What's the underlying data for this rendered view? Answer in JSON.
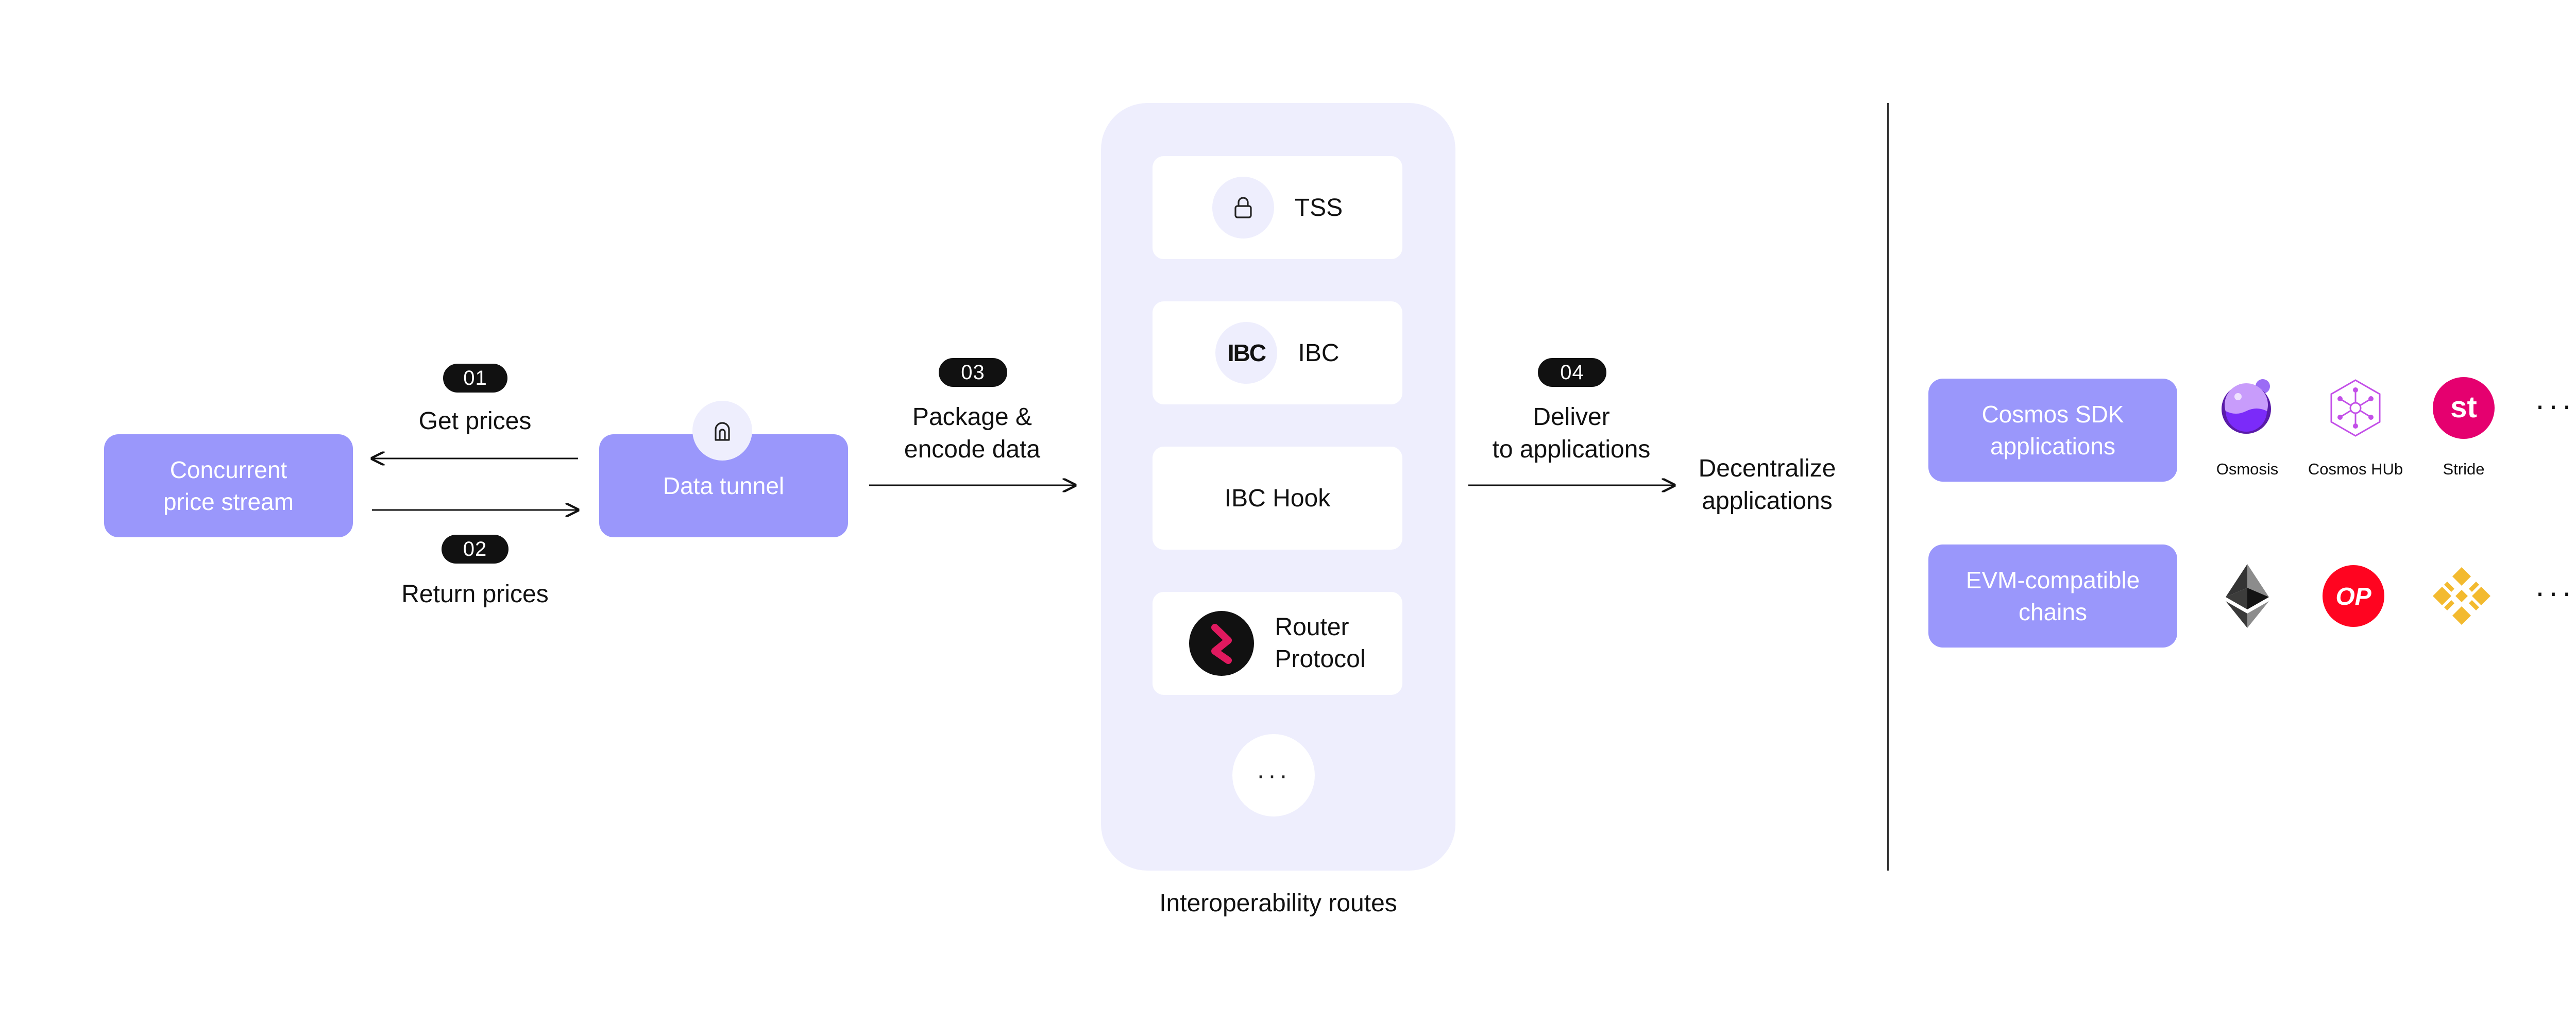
{
  "pipeline": {
    "source": {
      "line1": "Concurrent",
      "line2": "price stream"
    },
    "tunnel": {
      "label": "Data tunnel",
      "icon": "tunnel-icon"
    },
    "steps": [
      {
        "badge": "01",
        "label": "Get prices"
      },
      {
        "badge": "02",
        "label": "Return prices"
      },
      {
        "badge": "03",
        "label_line1": "Package &",
        "label_line2": "encode data"
      },
      {
        "badge": "04",
        "label_line1": "Deliver",
        "label_line2": "to applications"
      }
    ],
    "destination": {
      "line1": "Decentralize",
      "line2": "applications"
    }
  },
  "routes": {
    "caption": "Interoperability routes",
    "items": [
      {
        "label": "TSS",
        "icon": "lock-icon"
      },
      {
        "label": "IBC",
        "icon": "ibc-logo-icon",
        "glyph": "IBC"
      },
      {
        "label": "IBC Hook"
      },
      {
        "line1": "Router",
        "line2": "Protocol",
        "icon": "router-protocol-logo-icon"
      }
    ],
    "more": "···"
  },
  "destinations": {
    "cosmos": {
      "line1": "Cosmos SDK",
      "line2": "applications",
      "apps": [
        {
          "name": "Osmosis",
          "icon": "osmosis-logo-icon",
          "color": "#7b2bf9"
        },
        {
          "name": "Cosmos HUb",
          "icon": "cosmos-hub-logo-icon",
          "color": "#c34fe8"
        },
        {
          "name": "Stride",
          "icon": "stride-logo-icon",
          "glyph": "st",
          "color": "#e5006f"
        }
      ],
      "more": "···"
    },
    "evm": {
      "line1": "EVM-compatible",
      "line2": "chains",
      "chains": [
        {
          "icon": "ethereum-logo-icon",
          "color": "#343434"
        },
        {
          "icon": "optimism-logo-icon",
          "glyph": "OP",
          "color": "#ff0420"
        },
        {
          "icon": "bnb-chain-logo-icon",
          "color": "#f3ba2f"
        }
      ],
      "more": "···"
    }
  },
  "colors": {
    "accent": "#9a97fb",
    "panel": "#eeeefd",
    "ink": "#111111"
  }
}
